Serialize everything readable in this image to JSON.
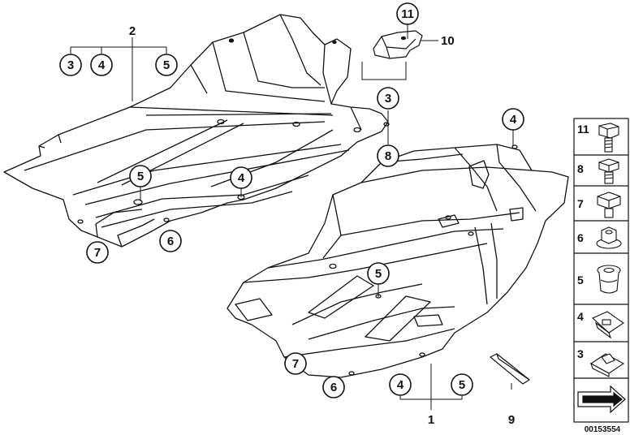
{
  "diagram": {
    "callouts": {
      "upper_2": "2",
      "upper_3": "3",
      "upper_4": "4",
      "upper_5": "5",
      "upper_5b": "5",
      "upper_4b": "4",
      "upper_7": "7",
      "upper_6": "6",
      "bracket_11": "11",
      "bracket_10": "10",
      "mid_3": "3",
      "mid_8": "8",
      "lower_4_top": "4",
      "lower_5_mid": "5",
      "lower_7": "7",
      "lower_6": "6",
      "lower_4": "4",
      "lower_5": "5",
      "lower_1": "1",
      "strip_9": "9"
    },
    "legend": [
      {
        "num": "11",
        "icon": "hex-bolt-long-icon"
      },
      {
        "num": "8",
        "icon": "hex-bolt-icon"
      },
      {
        "num": "7",
        "icon": "hex-bolt-short-icon"
      },
      {
        "num": "6",
        "icon": "flange-nut-icon"
      },
      {
        "num": "5",
        "icon": "rubber-grommet-icon"
      },
      {
        "num": "4",
        "icon": "clip-nut-icon"
      },
      {
        "num": "3",
        "icon": "spring-nut-icon"
      }
    ],
    "reference": "00153554"
  }
}
